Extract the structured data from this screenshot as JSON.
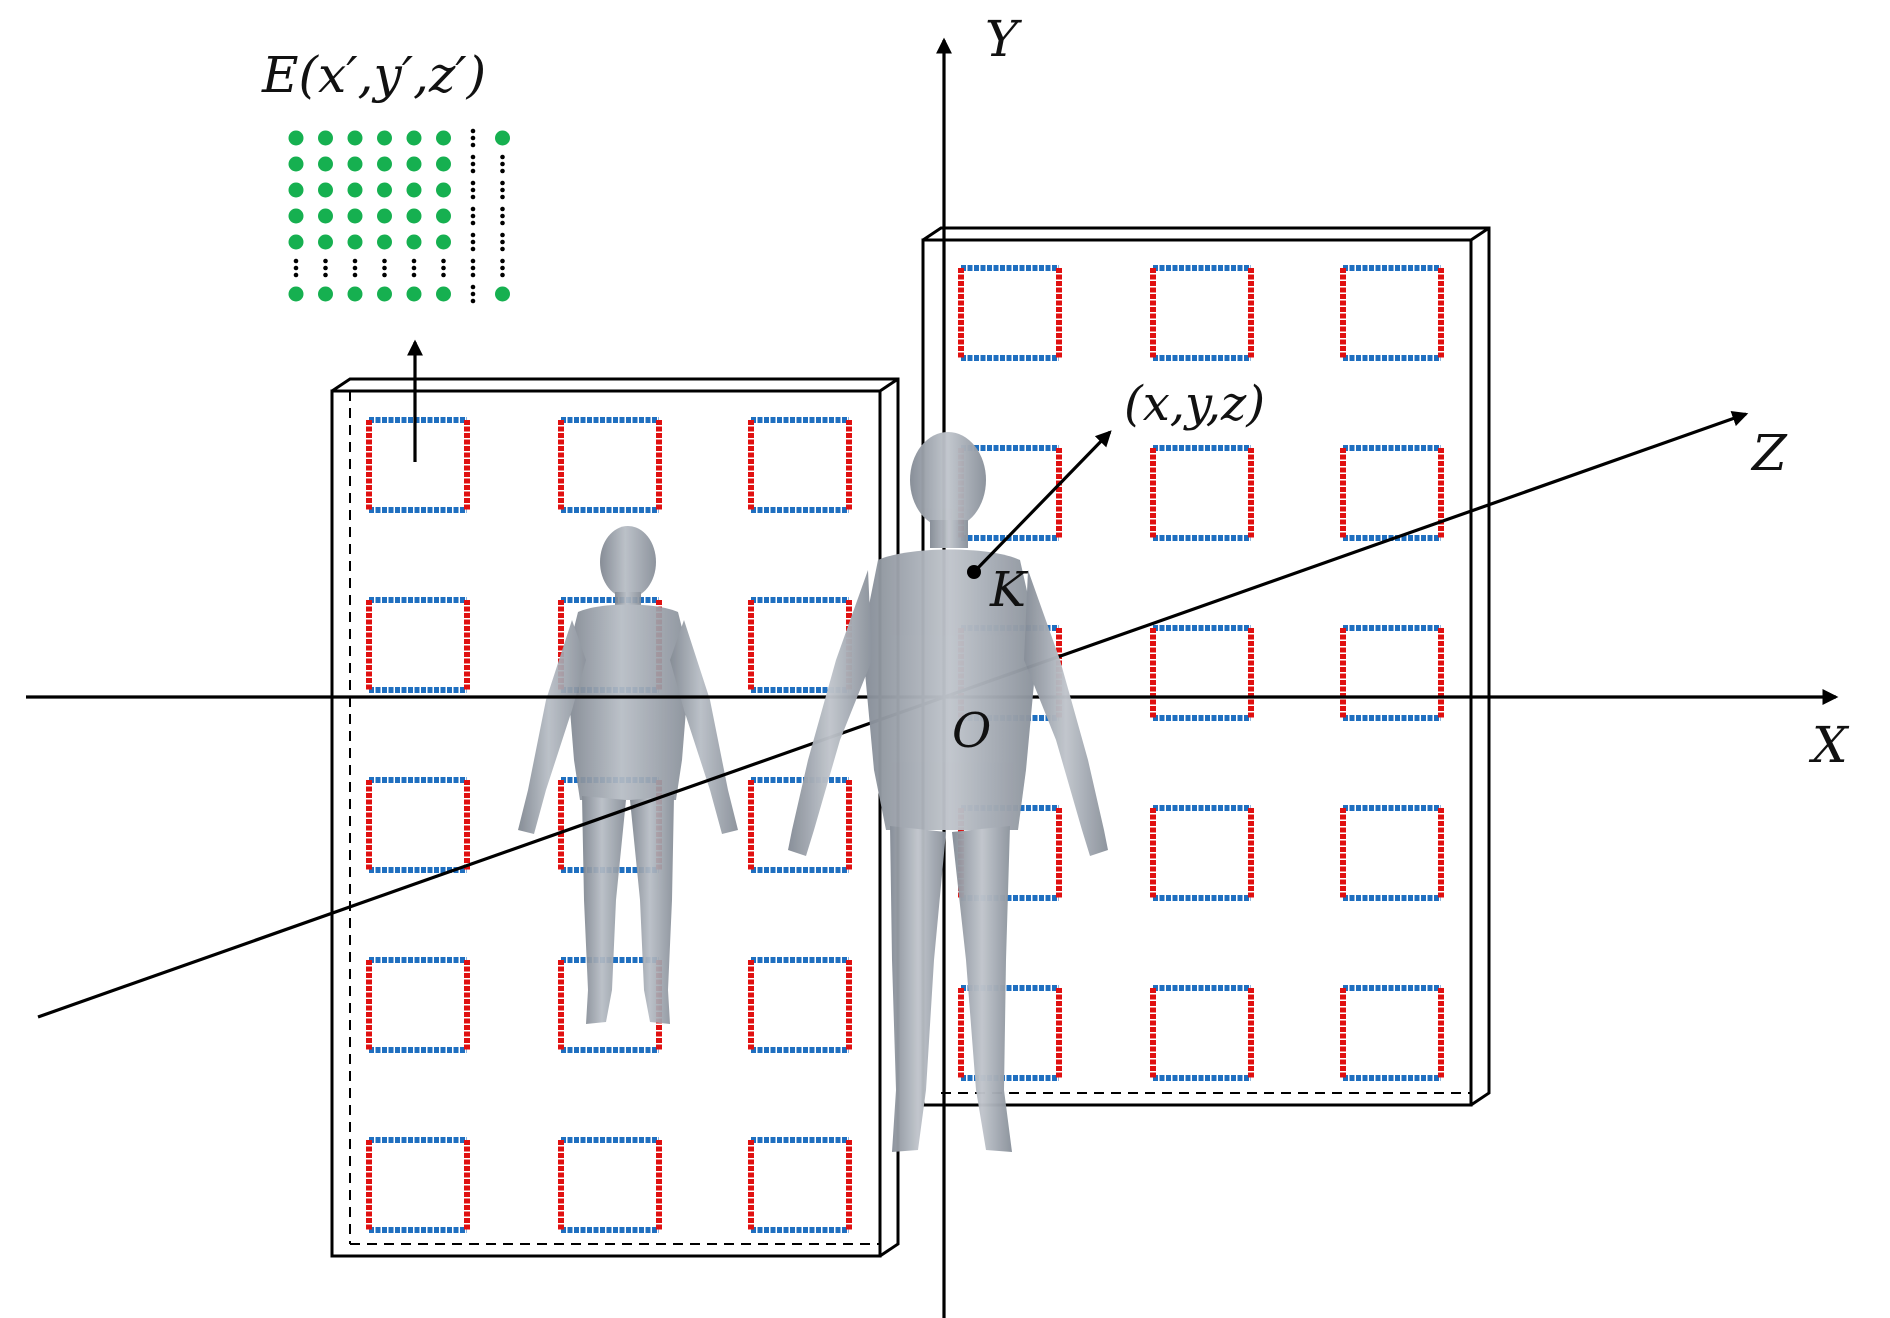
{
  "labels": {
    "axis_y": "Y",
    "axis_x": "X",
    "axis_z": "Z",
    "origin": "O",
    "point_k": "K",
    "point_coord": "(x,y,z)",
    "field_label": "E(x′,y′,z′)"
  },
  "colors": {
    "element_vertical_edge": "#e01010",
    "element_horizontal_edge": "#1f6fc0",
    "field_sample_dot": "#16b050",
    "axis": "#000000",
    "human_body": "#9aa1aa"
  },
  "panels": {
    "left": {
      "rows": 5,
      "cols": 3
    },
    "right": {
      "rows": 5,
      "cols": 3
    }
  },
  "field_grid": {
    "rows": 7,
    "cols": 8
  }
}
